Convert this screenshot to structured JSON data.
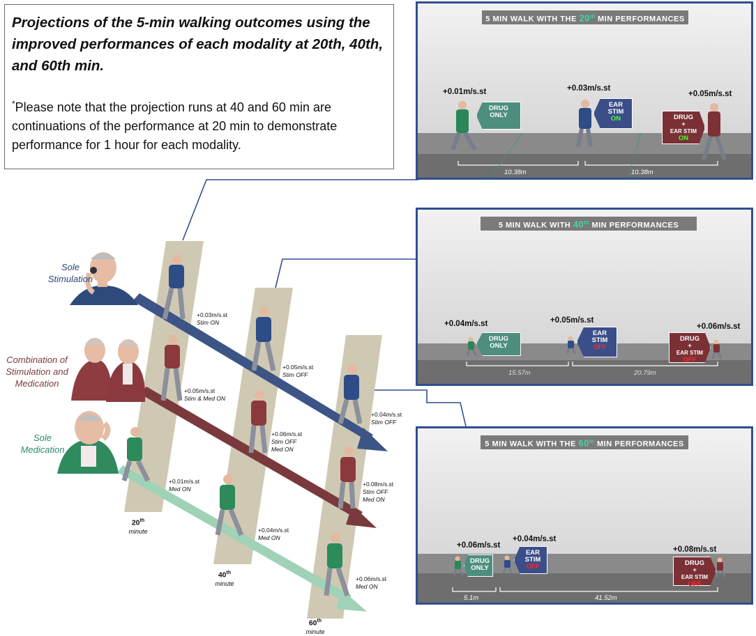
{
  "note": {
    "title": "Projections of the 5-min walking outcomes using the improved performances of each modality at 20th, 40th, and 60th min.",
    "asterisk": "*",
    "body": "Please note that the projection runs at 40 and 60 min are continuations of the performance at 20 min to demonstrate performance for 1 hour for each modality."
  },
  "panels": [
    {
      "banner_pre": "5 min walk with the ",
      "banner_num": "20",
      "banner_sup": "th",
      "banner_post": " min performances",
      "speeds": [
        "+0.01m/s.st",
        "+0.03m/s.st",
        "+0.05m/s.st"
      ],
      "signs": [
        {
          "l1": "DRUG",
          "l2": "ONLY",
          "state": ""
        },
        {
          "l1": "EAR",
          "l2": "STIM",
          "state": "ON"
        },
        {
          "l1": "DRUG",
          "l2": "+",
          "l3": "EAR STIM",
          "state": "ON"
        }
      ],
      "distances": [
        "10.38m",
        "10.38m"
      ]
    },
    {
      "banner_pre": "5 min walk with ",
      "banner_num": "40",
      "banner_sup": "th",
      "banner_post": " min performances",
      "speeds": [
        "+0.04m/s.st",
        "+0.05m/s.st",
        "+0.06m/s.st"
      ],
      "signs": [
        {
          "l1": "DRUG",
          "l2": "ONLY",
          "state": ""
        },
        {
          "l1": "EAR",
          "l2": "STIM",
          "state": "OFF"
        },
        {
          "l1": "DRUG",
          "l2": "+",
          "l3": "EAR STIM",
          "state": "OFF"
        }
      ],
      "distances": [
        "15.57m",
        "20.79m"
      ]
    },
    {
      "banner_pre": "5 min walk with the ",
      "banner_num": "60",
      "banner_sup": "th",
      "banner_post": " min performances",
      "speeds": [
        "+0.06m/s.st",
        "+0.04m/s.st",
        "+0.08m/s.st"
      ],
      "signs": [
        {
          "l1": "DRUG",
          "l2": "ONLY",
          "state": ""
        },
        {
          "l1": "EAR",
          "l2": "STIM",
          "state": "OFF"
        },
        {
          "l1": "DRUG",
          "l2": "+",
          "l3": "EAR STIM",
          "state": "OFF"
        }
      ],
      "distances": [
        "5.1m",
        "41.52m"
      ]
    }
  ],
  "modalities": {
    "stim": "Sole Stimulation",
    "combo": "Combination of Stimulation and Medication",
    "med": "Sole Medication"
  },
  "annotations": {
    "m20": {
      "stim": {
        "speed": "+0.03m/s.st",
        "cond": "Stim ON"
      },
      "combo": {
        "speed": "+0.05m/s.st",
        "cond": "Stim & Med ON"
      },
      "med": {
        "speed": "+0.01m/s.st",
        "cond": "Med ON"
      }
    },
    "m40": {
      "stim": {
        "speed": "+0.05m/s.st",
        "cond": "Stim OFF"
      },
      "combo": {
        "speed": "+0.06m/s.st",
        "cond": "Stim OFF",
        "cond2": "Med ON"
      },
      "med": {
        "speed": "+0.04m/s.st",
        "cond": "Med ON"
      }
    },
    "m60": {
      "stim": {
        "speed": "+0.04m/s.st",
        "cond": "Stim OFF"
      },
      "combo": {
        "speed": "+0.08m/s.st",
        "cond": "Stim OFF",
        "cond2": "Med ON"
      },
      "med": {
        "speed": "+0.06m/s.st",
        "cond": "Med ON"
      }
    }
  },
  "minutes": [
    {
      "num": "20",
      "sup": "th",
      "unit": "minute"
    },
    {
      "num": "40",
      "sup": "th",
      "unit": "minute"
    },
    {
      "num": "60",
      "sup": "th",
      "unit": "minute"
    }
  ],
  "colors": {
    "stim": "#3d5486",
    "combo": "#7a3a3d",
    "med": "#9fd2b6",
    "stim_label": "#2b4477",
    "combo_label": "#7a3a3d",
    "med_label": "#2e8a68",
    "panel_border": "#2e4f8f",
    "banner_highlight": "#44d4a8",
    "strip": "#cfc9b3"
  }
}
